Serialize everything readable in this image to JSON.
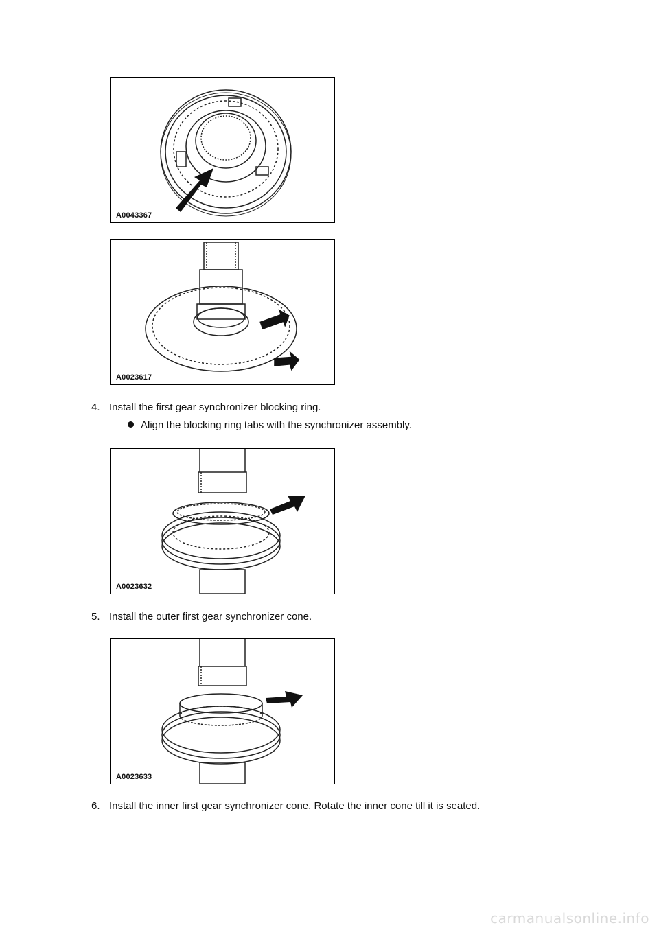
{
  "figures": [
    {
      "id": "A0043367"
    },
    {
      "id": "A0023617"
    },
    {
      "id": "A0023632"
    },
    {
      "id": "A0023633"
    }
  ],
  "steps": [
    {
      "number": "4.",
      "text": "Install the first gear synchronizer blocking ring.",
      "bullets": [
        "Align the blocking ring tabs with the synchronizer assembly."
      ]
    },
    {
      "number": "5.",
      "text": "Install the outer first gear synchronizer cone."
    },
    {
      "number": "6.",
      "text": "Install the inner first gear synchronizer cone. Rotate the inner cone till it is seated."
    }
  ],
  "watermark": "carmanualsonline.info"
}
